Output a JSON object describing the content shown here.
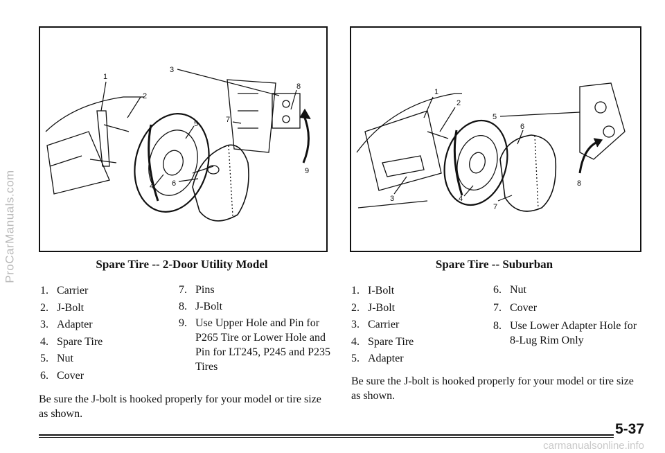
{
  "watermark": {
    "side": "ProCarManuals.com",
    "bottom": "carmanualsonline.info"
  },
  "left_figure": {
    "caption": "Spare Tire -- 2-Door Utility Model",
    "callouts": [
      "1",
      "2",
      "3",
      "4",
      "5",
      "6",
      "7",
      "8",
      "9"
    ],
    "legend_col1": [
      {
        "num": "1.",
        "text": "Carrier"
      },
      {
        "num": "2.",
        "text": "J-Bolt"
      },
      {
        "num": "3.",
        "text": "Adapter"
      },
      {
        "num": "4.",
        "text": "Spare Tire"
      },
      {
        "num": "5.",
        "text": "Nut"
      },
      {
        "num": "6.",
        "text": "Cover"
      }
    ],
    "legend_col2": [
      {
        "num": "7.",
        "text": "Pins"
      },
      {
        "num": "8.",
        "text": "J-Bolt"
      },
      {
        "num": "9.",
        "text": "Use Upper Hole and Pin for P265 Tire or Lower Hole and Pin for LT245, P245 and P235 Tires"
      }
    ],
    "note": "Be sure the J-bolt is hooked properly for your model or tire size as shown."
  },
  "right_figure": {
    "caption": "Spare Tire -- Suburban",
    "callouts": [
      "1",
      "2",
      "3",
      "4",
      "5",
      "6",
      "7",
      "8"
    ],
    "legend_col1": [
      {
        "num": "1.",
        "text": "I-Bolt"
      },
      {
        "num": "2.",
        "text": "J-Bolt"
      },
      {
        "num": "3.",
        "text": "Carrier"
      },
      {
        "num": "4.",
        "text": "Spare Tire"
      },
      {
        "num": "5.",
        "text": "Adapter"
      }
    ],
    "legend_col2": [
      {
        "num": "6.",
        "text": "Nut"
      },
      {
        "num": "7.",
        "text": "Cover"
      },
      {
        "num": "8.",
        "text": "Use Lower Adapter Hole for 8-Lug Rim Only"
      }
    ],
    "note": "Be sure the J-bolt is hooked properly for your model or tire size as shown."
  },
  "footer": {
    "page_number": "5-37"
  }
}
